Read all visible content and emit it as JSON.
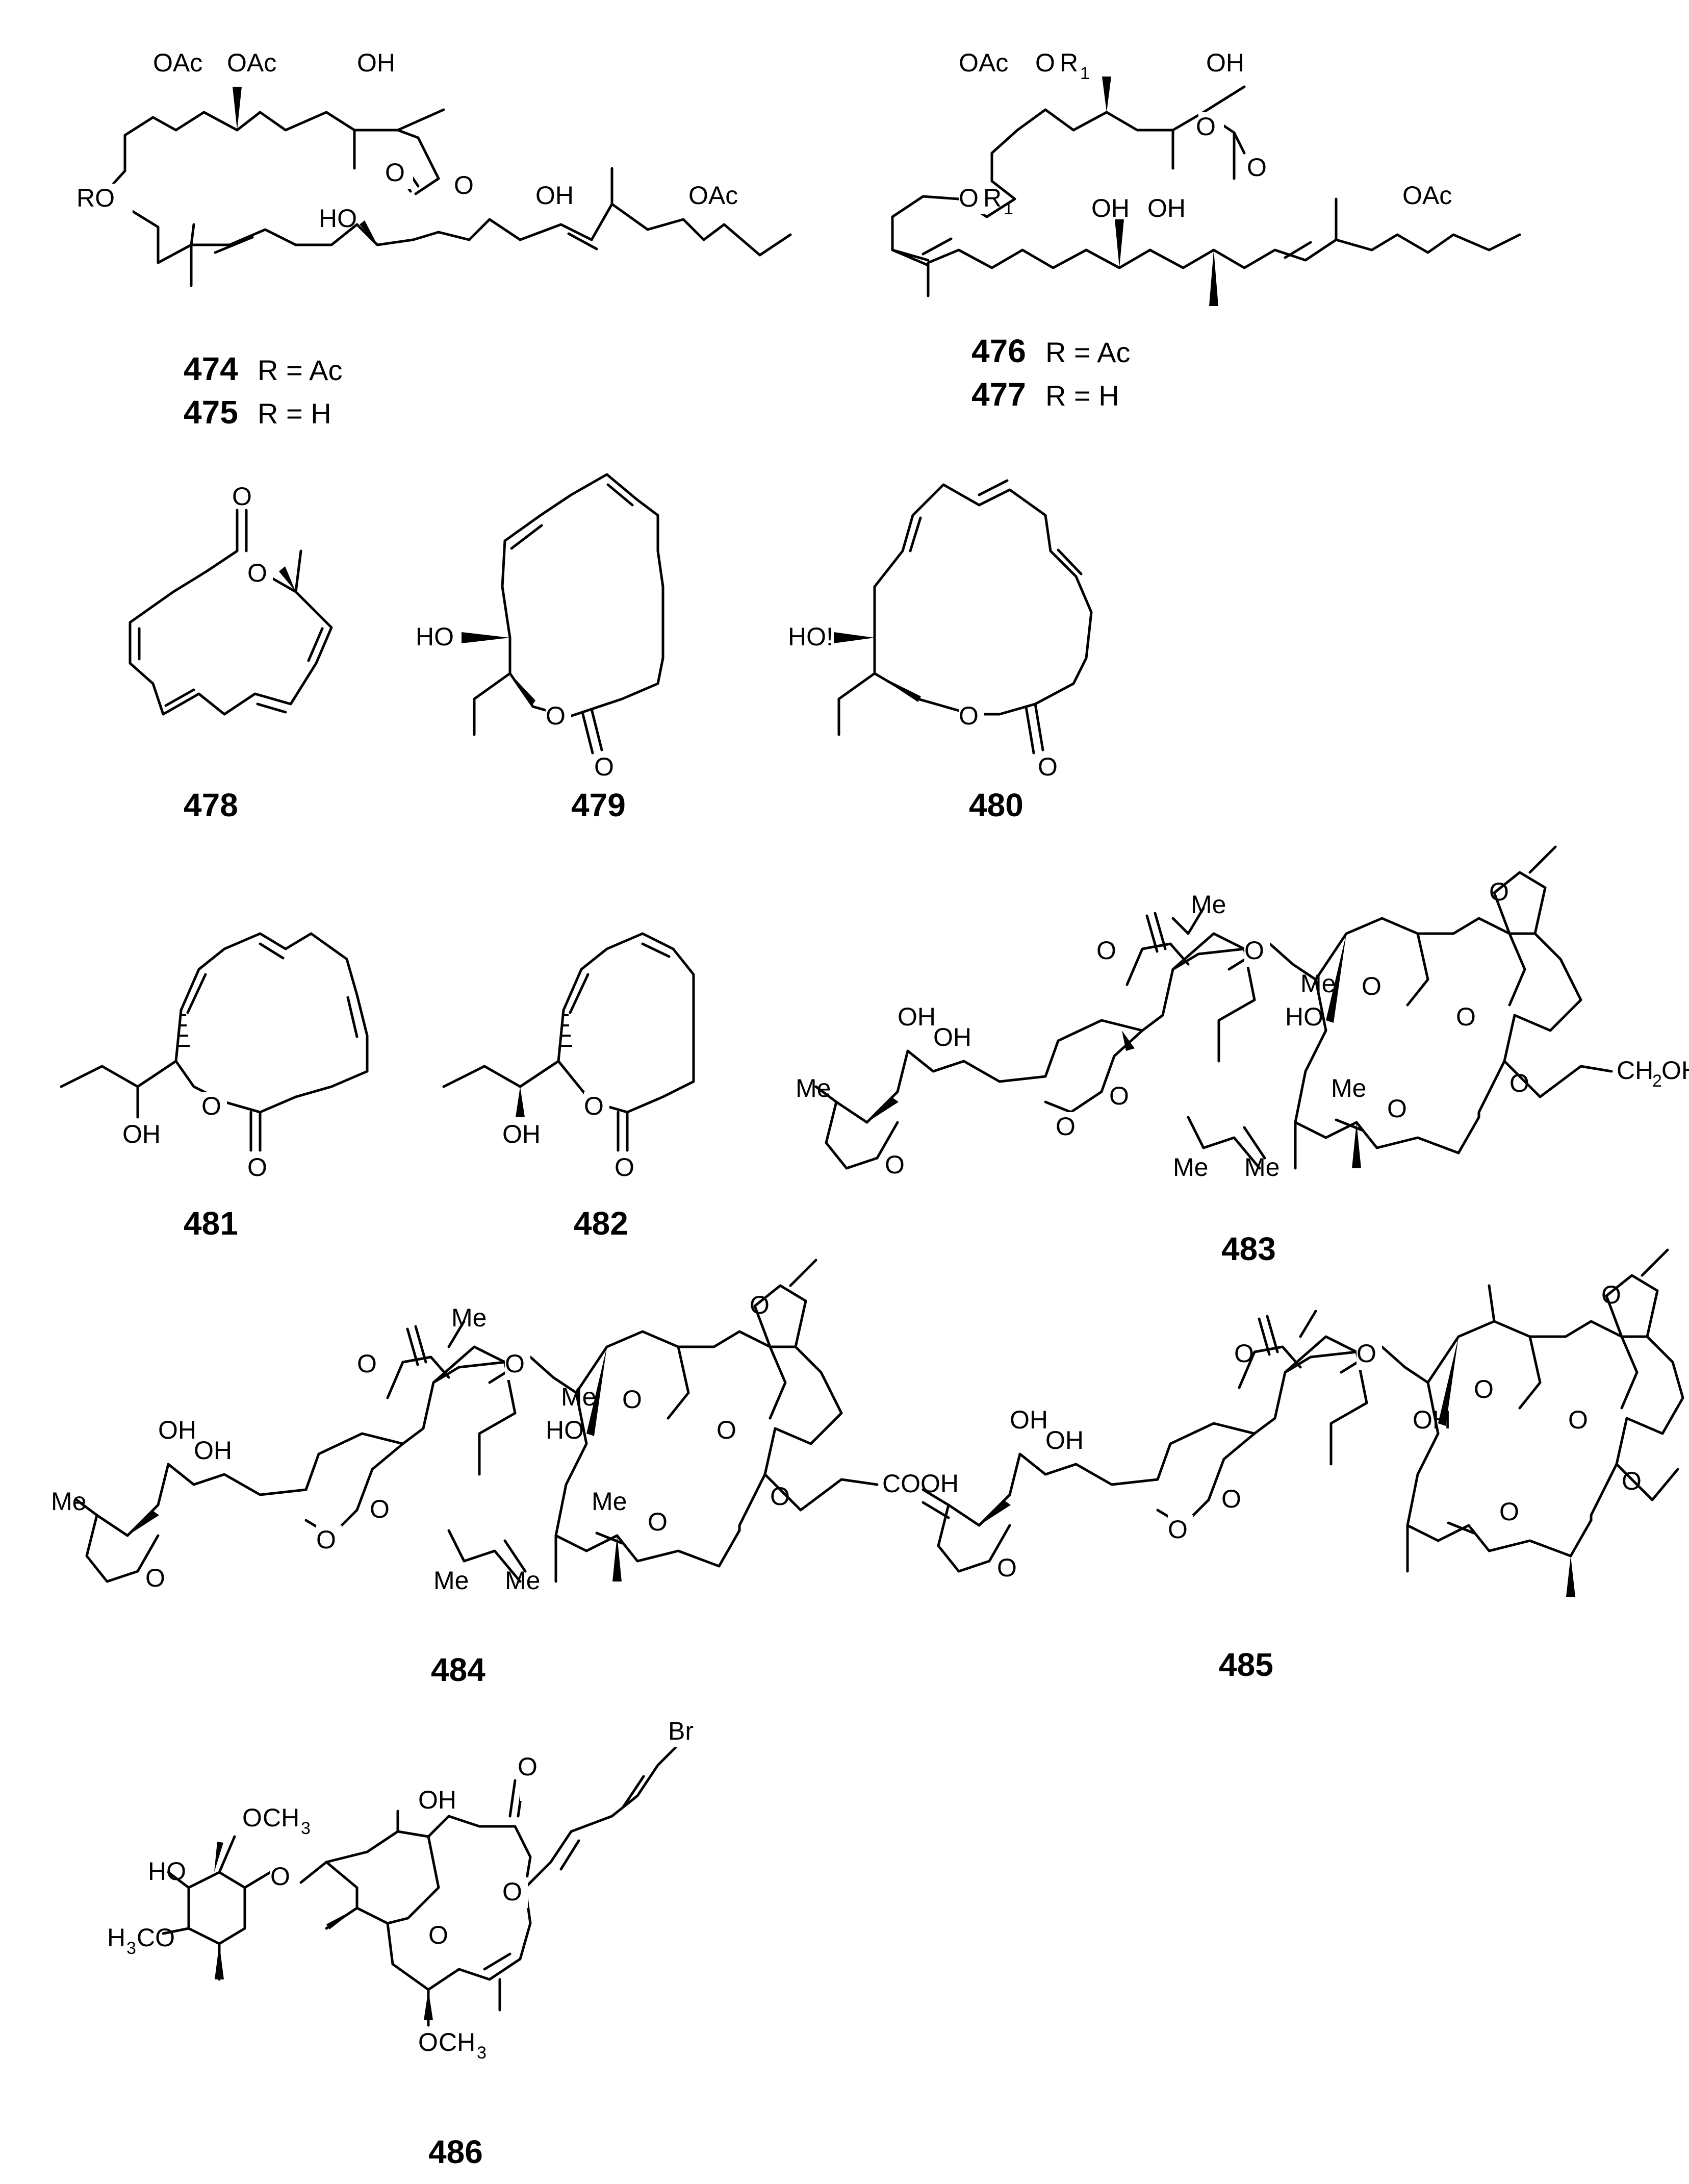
{
  "s474": {
    "n1": "474",
    "r1": "R = Ac",
    "n2": "475",
    "r2": "R = H",
    "ro": "RO",
    "oac": "OAc",
    "oh": "OH",
    "ho": "HO",
    "o": "O"
  },
  "s476": {
    "n1": "476",
    "r1": "R  = Ac",
    "n2": "477",
    "r2": "R = H",
    "oac": "OAc",
    "oh": "OH",
    "o": "O",
    "r": "R",
    "sub1": "1"
  },
  "s478": {
    "n": "478",
    "o": "O"
  },
  "s479": {
    "n": "479",
    "ho": "HO",
    "o": "O"
  },
  "s480": {
    "n": "480",
    "ho": "HO!",
    "o": "O"
  },
  "s481": {
    "n": "481",
    "oh": "OH",
    "o": "O"
  },
  "s482": {
    "n": "482",
    "oh": "OH",
    "o": "O"
  },
  "s483": {
    "n": "483",
    "me": "Me",
    "o": "O",
    "oh": "OH",
    "ho": "HO",
    "ch": "CH",
    "sub2": "2"
  },
  "s484": {
    "n": "484",
    "me": "Me",
    "o": "O",
    "oh": "OH",
    "ho": "HO",
    "cooh": "COOH"
  },
  "s485": {
    "n": "485",
    "o": "O",
    "oh": "OH"
  },
  "s486": {
    "n": "486",
    "o": "O",
    "ch": "CH",
    "sub3": "3",
    "ho": "HO",
    "h": "H",
    "co": "CO",
    "oh": "OH",
    "br": "Br"
  }
}
